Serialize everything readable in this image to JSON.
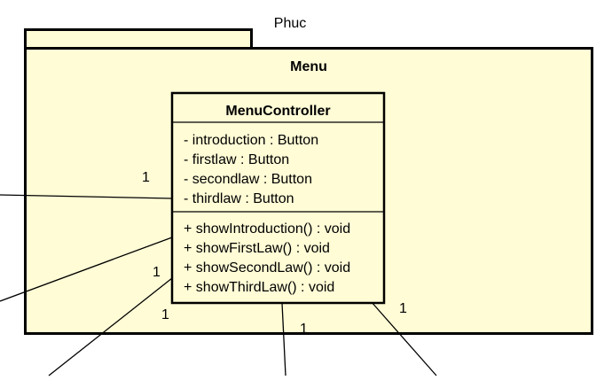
{
  "package": {
    "owner": "Phuc",
    "name": "Menu"
  },
  "class": {
    "name": "MenuController",
    "attributes": [
      "- introduction : Button",
      "- firstlaw : Button",
      "- secondlaw : Button",
      "- thirdlaw : Button"
    ],
    "operations": [
      "+ showIntroduction() : void",
      "+ showFirstLaw() : void",
      "+ showSecondLaw() : void",
      "+ showThirdLaw() : void"
    ]
  },
  "associations": [
    {
      "multiplicity": "1"
    },
    {
      "multiplicity": "1"
    },
    {
      "multiplicity": "1"
    },
    {
      "multiplicity": "1"
    },
    {
      "multiplicity": "1"
    }
  ]
}
